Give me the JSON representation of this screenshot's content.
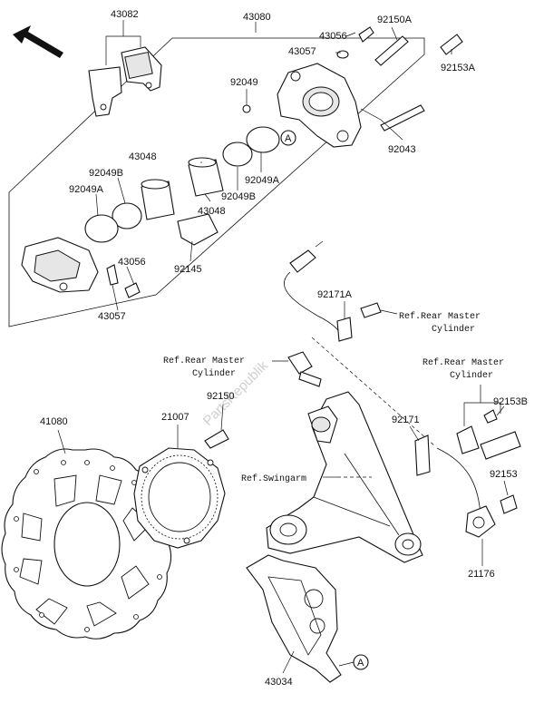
{
  "callouts": {
    "p43082": "43082",
    "p43080": "43080",
    "p43056a": "43056",
    "p43057a": "43057",
    "p92150A": "92150A",
    "p92153A": "92153A",
    "p92049": "92049",
    "p92043": "92043",
    "p43048a": "43048",
    "p92049B_a": "92049B",
    "p92049A_a": "92049A",
    "p92049A_b": "92049A",
    "p92049B_b": "92049B",
    "p43048b": "43048",
    "p92145": "92145",
    "p43056b": "43056",
    "p43057b": "43057",
    "p92171A": "92171A",
    "p92150": "92150",
    "p21007": "21007",
    "p41080": "41080",
    "p92171": "92171",
    "p92153B": "92153B",
    "p92153": "92153",
    "p21176": "21176",
    "p43034": "43034"
  },
  "refs": {
    "master_top_1": "Ref.Rear Master",
    "master_top_2": "Cylinder",
    "master_mid_1": "Ref.Rear Master",
    "master_mid_2": "Cylinder",
    "master_right_1": "Ref.Rear Master",
    "master_right_2": "Cylinder",
    "swingarm": "Ref.Swingarm"
  },
  "markers": {
    "a1": "A",
    "a2": "A"
  },
  "watermark": "PartsRepublik",
  "icons": {
    "direction": "front-direction-arrow-icon"
  }
}
